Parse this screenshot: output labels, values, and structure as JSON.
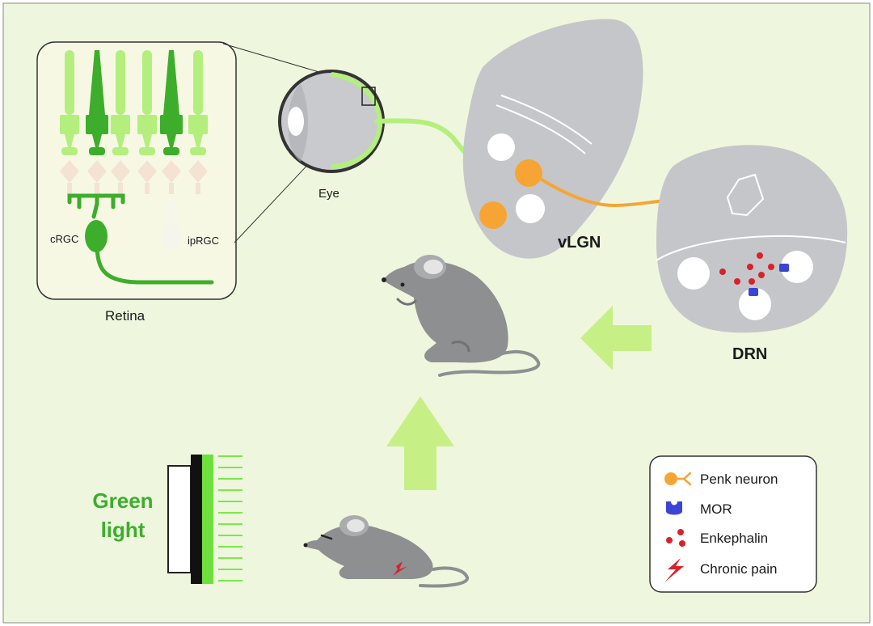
{
  "labels": {
    "eye": "Eye",
    "vlgn": "vLGN",
    "drn": "DRN",
    "retina": "Retina",
    "crgc": "cRGC",
    "iprgc": "ipRGC",
    "green_light_line1": "Green",
    "green_light_line2": "light"
  },
  "legend": {
    "items": [
      {
        "icon": "penk-neuron-icon",
        "label": "Penk  neuron"
      },
      {
        "icon": "mor-icon",
        "label": "MOR"
      },
      {
        "icon": "enkephalin-icon",
        "label": "Enkephalin"
      },
      {
        "icon": "chronic-pain-icon",
        "label": "Chronic pain"
      }
    ]
  },
  "colors": {
    "background": "#eef7dd",
    "light_green": "#b4ef7e",
    "dark_green": "#3cae2c",
    "orange": "#f6a534",
    "brain_gray": "#c5c6ca",
    "mouse_gray": "#8d8f90",
    "red": "#d8222b",
    "blue": "#3a45d4"
  }
}
